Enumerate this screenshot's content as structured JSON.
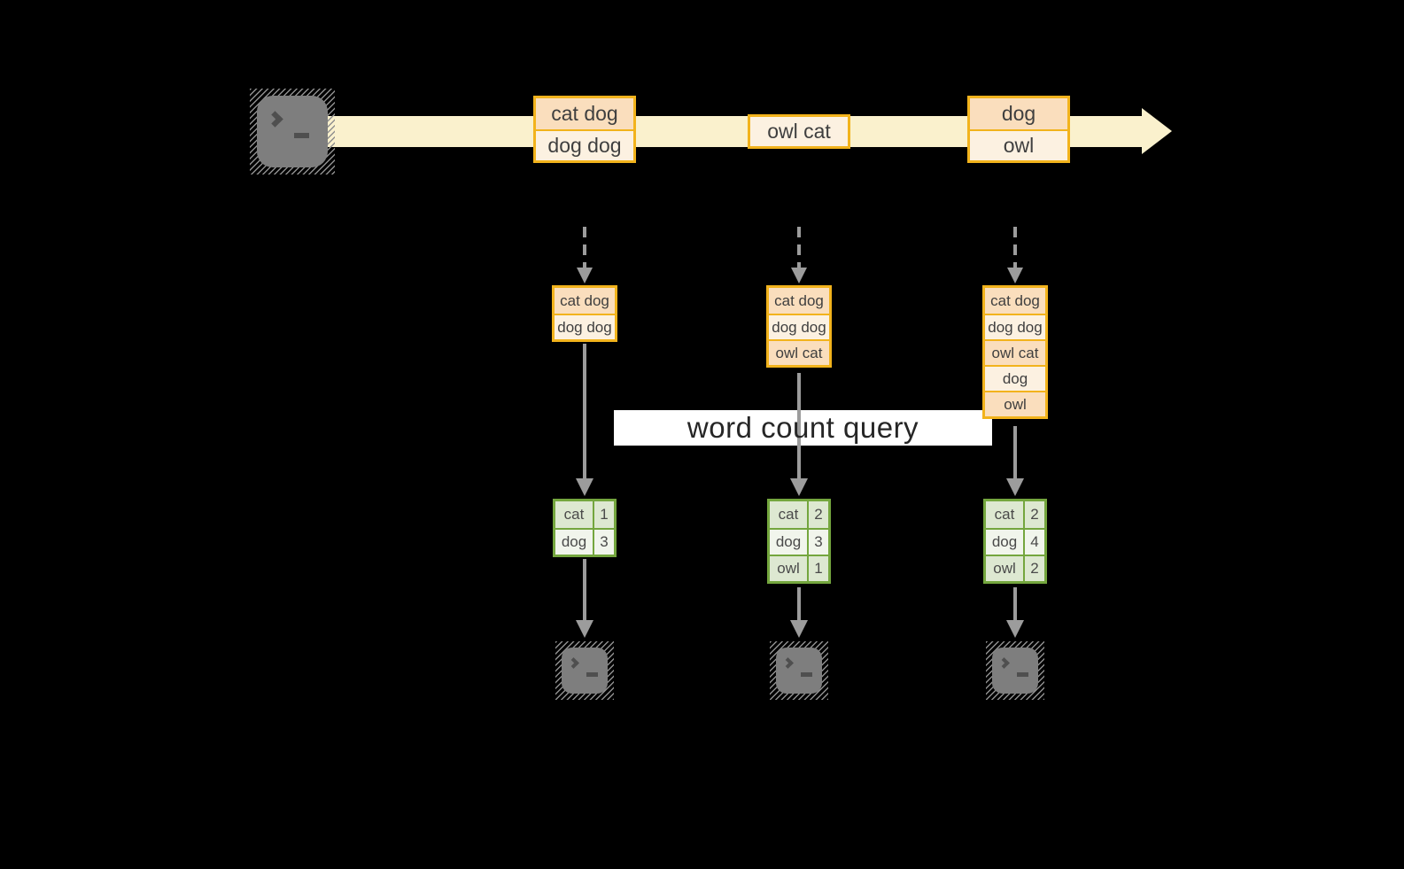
{
  "labels": {
    "query": "word count query"
  },
  "stream": {
    "batches": [
      {
        "rows": [
          "cat dog",
          "dog dog"
        ]
      },
      {
        "rows": [
          "owl cat"
        ]
      },
      {
        "rows": [
          "dog",
          "owl"
        ]
      }
    ]
  },
  "pipelines": [
    {
      "buffer_rows": [
        "cat dog",
        "dog dog"
      ],
      "counts": [
        {
          "word": "cat",
          "count": "1"
        },
        {
          "word": "dog",
          "count": "3"
        }
      ]
    },
    {
      "buffer_rows": [
        "cat dog",
        "dog dog",
        "owl cat"
      ],
      "counts": [
        {
          "word": "cat",
          "count": "2"
        },
        {
          "word": "dog",
          "count": "3"
        },
        {
          "word": "owl",
          "count": "1"
        }
      ]
    },
    {
      "buffer_rows": [
        "cat dog",
        "dog dog",
        "owl cat",
        "dog",
        "owl"
      ],
      "counts": [
        {
          "word": "cat",
          "count": "2"
        },
        {
          "word": "dog",
          "count": "4"
        },
        {
          "word": "owl",
          "count": "2"
        }
      ]
    }
  ],
  "icons": {
    "source": "terminal-icon",
    "sinks": [
      "terminal-icon",
      "terminal-icon",
      "terminal-icon"
    ],
    "stream_arrow": "right-arrow",
    "flow_arrows": "down-arrow"
  },
  "colors": {
    "background": "#000000",
    "stream_band": "#FAF1CD",
    "record_border": "#F2B31C",
    "record_fill_dark": "#FADEBD",
    "record_fill_light": "#FCF1E1",
    "table_border": "#74A63E",
    "table_fill_dark": "#DDE8D1",
    "table_fill_light": "#F1F5EC",
    "connector_gray": "#9C9C9C",
    "terminal_gray": "#7E7E7E",
    "label_background": "#FFFFFF",
    "text": "#3F3F3F"
  }
}
